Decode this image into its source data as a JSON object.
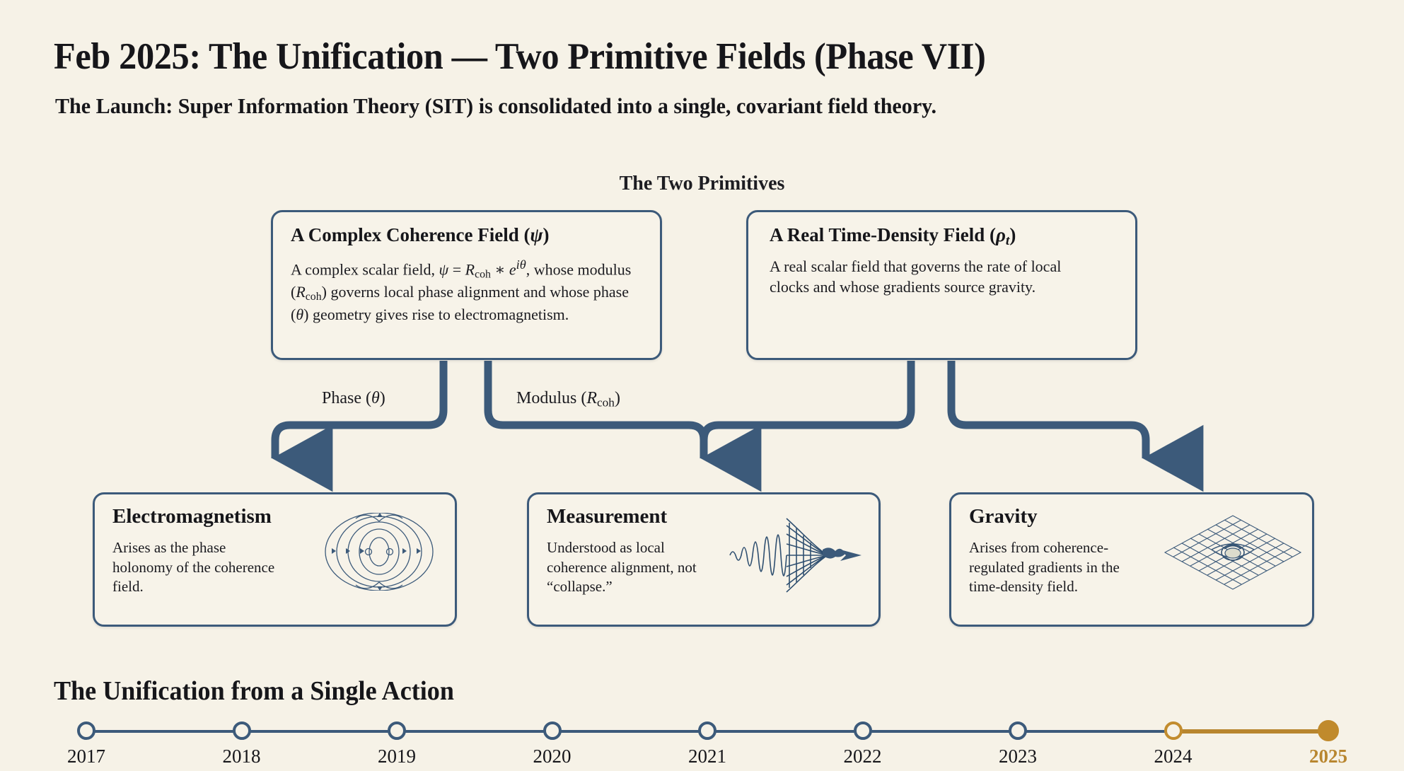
{
  "page": {
    "background_color": "#f6f2e7",
    "accent_blue": "#3c5a7a",
    "accent_gold": "#b8862f",
    "title": "Feb 2025: The Unification — Two Primitive Fields (Phase VII)",
    "subtitle": "The Launch: Super Information Theory (SIT) is consolidated into a single, covariant field theory."
  },
  "primitives": {
    "heading": "The Two Primitives",
    "cards": [
      {
        "title_text": "A Complex Coherence Field (",
        "title_symbol": "ψ",
        "title_close": ")",
        "body": "A complex scalar field, ψ = R_coh * e^{iθ}, whose modulus (R_coh) governs local phase alignment and whose phase (θ) geometry gives rise to electromagnetism.",
        "body_parts": {
          "lead": "A complex scalar field, ",
          "formula_psi": "ψ",
          "formula_eq": " = ",
          "formula_R": "R",
          "formula_R_sub": "coh",
          "formula_star": " ∗ ",
          "formula_e": "e",
          "formula_exp": "iθ",
          "tail": ", whose modulus (",
          "tail_R": "R",
          "tail_R_sub": "coh",
          "tail2": ") governs local phase alignment and whose phase (",
          "tail_theta": "θ",
          "tail3": ") geometry gives rise to electromagnetism."
        }
      },
      {
        "title_text": "A Real Time-Density Field (",
        "title_symbol": "ρ",
        "title_symbol_sub": "t",
        "title_close": ")",
        "body": "A real scalar field that governs the rate of local clocks and whose gradients source gravity."
      }
    ]
  },
  "connectors": [
    {
      "label_prefix": "Phase (",
      "label_symbol": "θ",
      "label_suffix": ")"
    },
    {
      "label_prefix": "Modulus (",
      "label_symbol": "R",
      "label_sub": "coh",
      "label_suffix": ")"
    }
  ],
  "outcomes": [
    {
      "title": "Electromagnetism",
      "body": "Arises as the phase holonomy of the coherence field.",
      "icon": "magnetic-dipole-field-lines-icon"
    },
    {
      "title": "Measurement",
      "body": "Understood as local coherence alignment, not “collapse.”",
      "icon": "wavepacket-collapse-arrow-icon"
    },
    {
      "title": "Gravity",
      "body": "Arises from coherence-regulated gradients in the time-density field.",
      "icon": "curved-spacetime-grid-icon"
    }
  ],
  "timeline": {
    "heading": "The Unification from a Single Action",
    "years": [
      "2017",
      "2018",
      "2019",
      "2020",
      "2021",
      "2022",
      "2023",
      "2024",
      "2025"
    ],
    "current_year": "2025",
    "highlight_start_year": "2024",
    "node_states": [
      "open",
      "open",
      "open",
      "open",
      "open",
      "open",
      "open",
      "open-gold",
      "filled-gold"
    ]
  }
}
